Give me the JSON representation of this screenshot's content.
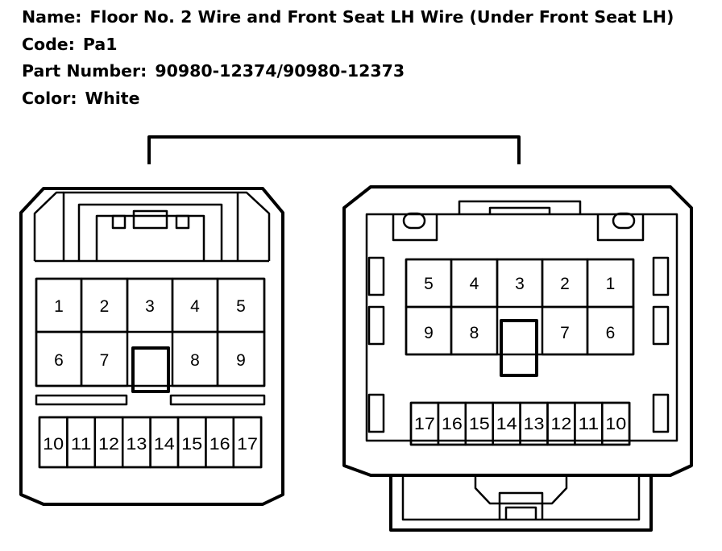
{
  "header": {
    "name_label": "Name:",
    "name_value": "Floor No. 2 Wire and Front Seat LH Wire (Under Front Seat LH)",
    "code_label": "Code:",
    "code_value": "Pa1",
    "part_label": "Part Number:",
    "part_value": "90980-12374/90980-12373",
    "color_label": "Color:",
    "color_value": "White"
  },
  "left_connector": {
    "row1": [
      "1",
      "2",
      "3",
      "4",
      "5"
    ],
    "row2": [
      "6",
      "7",
      "8",
      "9"
    ],
    "row3": [
      "10",
      "11",
      "12",
      "13",
      "14",
      "15",
      "16",
      "17"
    ]
  },
  "right_connector": {
    "row1": [
      "5",
      "4",
      "3",
      "2",
      "1"
    ],
    "row2": [
      "9",
      "8",
      "7",
      "6"
    ],
    "row3": [
      "17",
      "16",
      "15",
      "14",
      "13",
      "12",
      "11",
      "10"
    ]
  }
}
